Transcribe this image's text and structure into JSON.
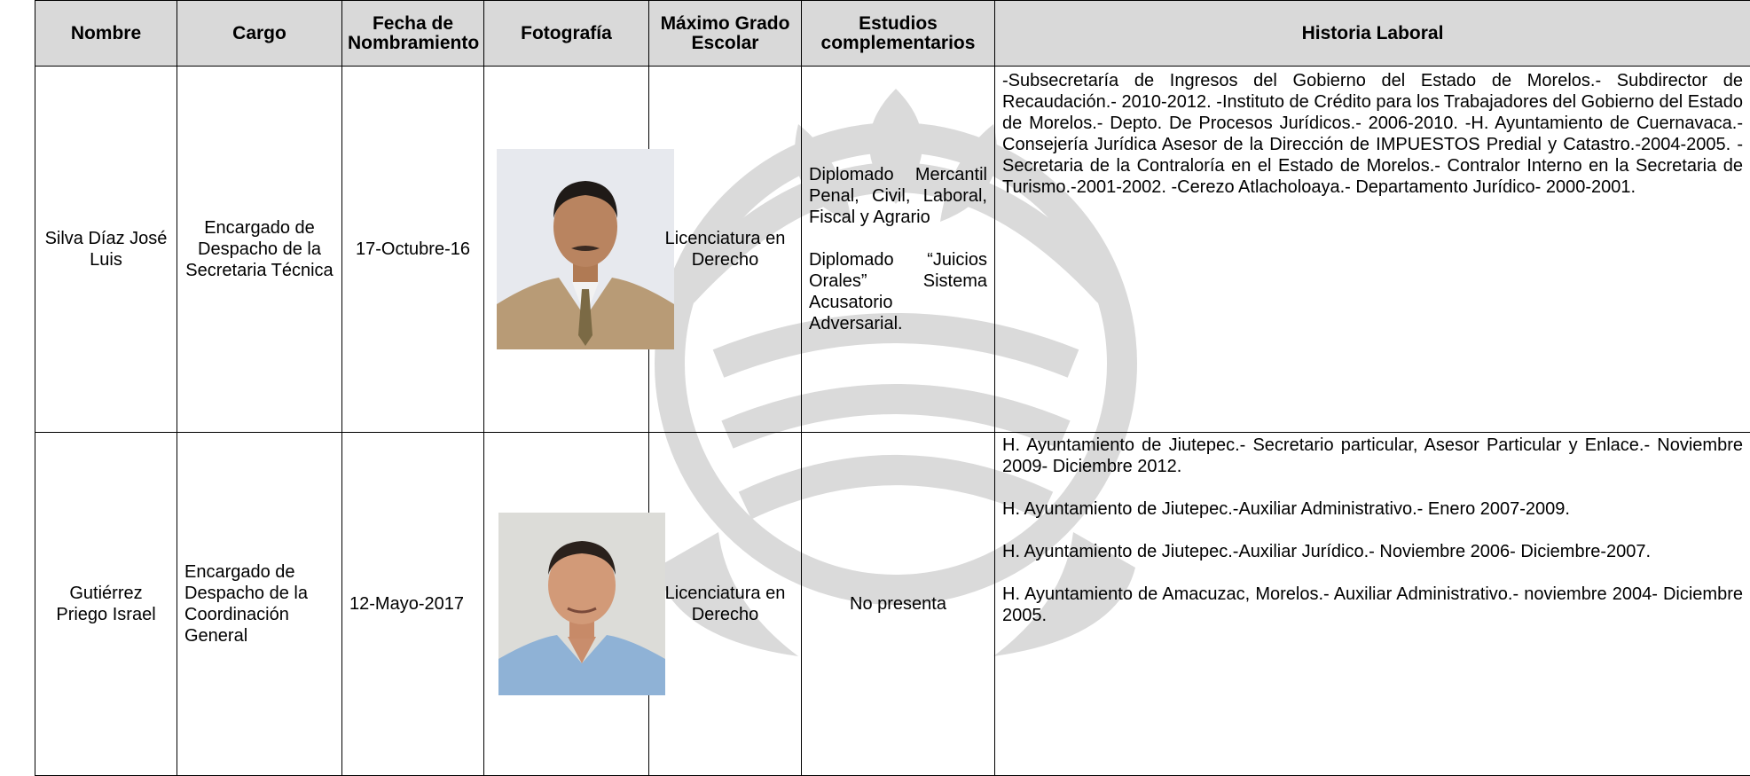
{
  "headers": {
    "nombre": "Nombre",
    "cargo": "Cargo",
    "fecha": "Fecha de Nombramiento",
    "fotografia": "Fotografía",
    "grado": "Máximo Grado Escolar",
    "estudios": "Estudios complementarios",
    "historia": "Historia Laboral"
  },
  "rows": [
    {
      "nombre": "Silva Díaz José Luis",
      "cargo": "Encargado de Despacho de la Secretaria Técnica",
      "fecha": "17-Octubre-16",
      "grado": "Licenciatura en Derecho",
      "estudios": [
        "Diplomado Mercantil Penal, Civil, Laboral, Fiscal y Agrario",
        "Diplomado “Juicios Orales” Sistema Acusatorio Adversarial."
      ],
      "historia": "-Subsecretaría de Ingresos del Gobierno del Estado de Morelos.- Subdirector de Recaudación.- 2010-2012. -Instituto de Crédito para los Trabajadores del Gobierno del Estado de Morelos.- Depto. De Procesos Jurídicos.- 2006-2010. -H. Ayuntamiento de Cuernavaca.- Consejería Jurídica Asesor de la Dirección de IMPUESTOS Predial y Catastro.-2004-2005. -Secretaria de la Contraloría en el Estado de Morelos.- Contralor Interno en la Secretaria de Turismo.-2001-2002. -Cerezo Atlacholoaya.- Departamento Jurídico- 2000-2001."
    },
    {
      "nombre": "Gutiérrez Priego Israel",
      "cargo": "Encargado de Despacho de la Coordinación General",
      "fecha": "12-Mayo-2017",
      "grado": "Licenciatura en Derecho",
      "estudios": "No presenta",
      "historia": [
        "H. Ayuntamiento de Jiutepec.- Secretario particular, Asesor Particular y Enlace.- Noviembre 2009- Diciembre 2012.",
        "H. Ayuntamiento de Jiutepec.-Auxiliar Administrativo.- Enero 2007-2009.",
        "H. Ayuntamiento de Jiutepec.-Auxiliar Jurídico.- Noviembre 2006- Diciembre-2007.",
        "H. Ayuntamiento de Amacuzac, Morelos.- Auxiliar Administrativo.- noviembre 2004- Diciembre 2005."
      ]
    }
  ],
  "colors": {
    "header_bg": "#d9d9d9",
    "watermark": "#dadada"
  }
}
